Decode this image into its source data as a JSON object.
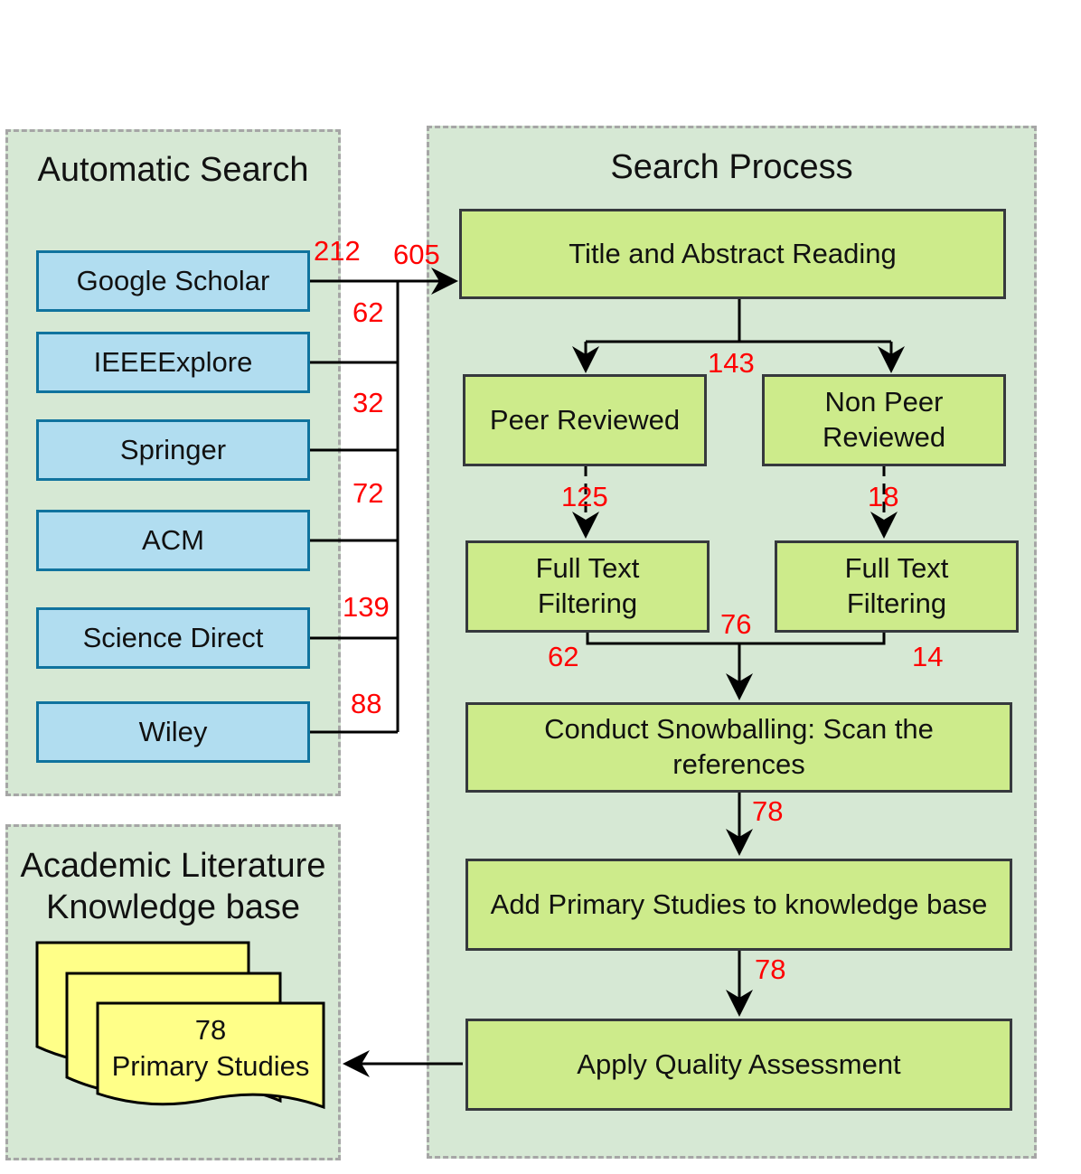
{
  "panels": {
    "automatic_search": "Automatic Search",
    "search_process": "Search Process",
    "knowledge_base": "Academic Literature Knowledge base"
  },
  "sources": [
    {
      "label": "Google Scholar",
      "count": "212"
    },
    {
      "label": "IEEEExplore",
      "count": "62"
    },
    {
      "label": "Springer",
      "count": "32"
    },
    {
      "label": "ACM",
      "count": "72"
    },
    {
      "label": "Science Direct",
      "count": "139"
    },
    {
      "label": "Wiley",
      "count": "88"
    }
  ],
  "steps": {
    "title_abstract": "Title and Abstract Reading",
    "peer_reviewed": "Peer Reviewed",
    "non_peer_reviewed": "Non Peer Reviewed",
    "full_text_left": "Full Text Filtering",
    "full_text_right": "Full Text Filtering",
    "snowballing": "Conduct Snowballing: Scan the references",
    "add_primary": "Add Primary Studies to knowledge base",
    "quality": "Apply Quality Assessment"
  },
  "counts": {
    "total": "605",
    "after_title": "143",
    "peer": "125",
    "non_peer": "18",
    "full_left": "62",
    "full_right": "14",
    "merged": "76",
    "snowball": "78",
    "added": "78"
  },
  "documents": {
    "count": "78",
    "label": "Primary Studies"
  },
  "colors": {
    "panel_fill": "#d6e8d4",
    "source_fill": "#b1ddf0",
    "source_border": "#10739e",
    "step_fill": "#cdeb8b",
    "doc_fill": "#ffff88",
    "count_text": "#ff0000"
  }
}
